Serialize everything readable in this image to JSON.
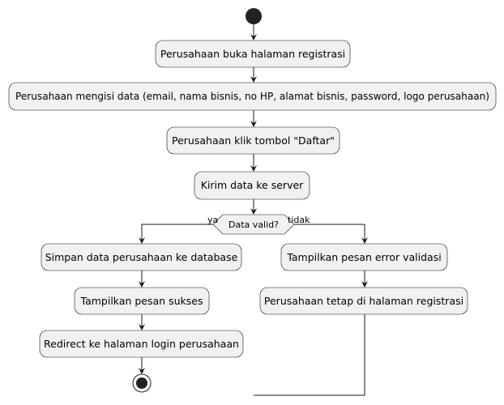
{
  "diagram": {
    "type": "activity",
    "steps": {
      "open_page": "Perusahaan buka halaman registrasi",
      "fill_data": "Perusahaan mengisi data (email, nama bisnis, no HP, alamat bisnis, password, logo perusahaan)",
      "click_button": "Perusahaan klik tombol \"Daftar\"",
      "send_server": "Kirim data ke server",
      "save_db": "Simpan data perusahaan ke database",
      "show_success": "Tampilkan pesan sukses",
      "redirect_login": "Redirect ke halaman login perusahaan",
      "show_error": "Tampilkan pesan error validasi",
      "stay_page": "Perusahaan tetap di halaman registrasi"
    },
    "decision": {
      "question": "Data valid?",
      "yes_label": "ya",
      "no_label": "tidak"
    }
  }
}
